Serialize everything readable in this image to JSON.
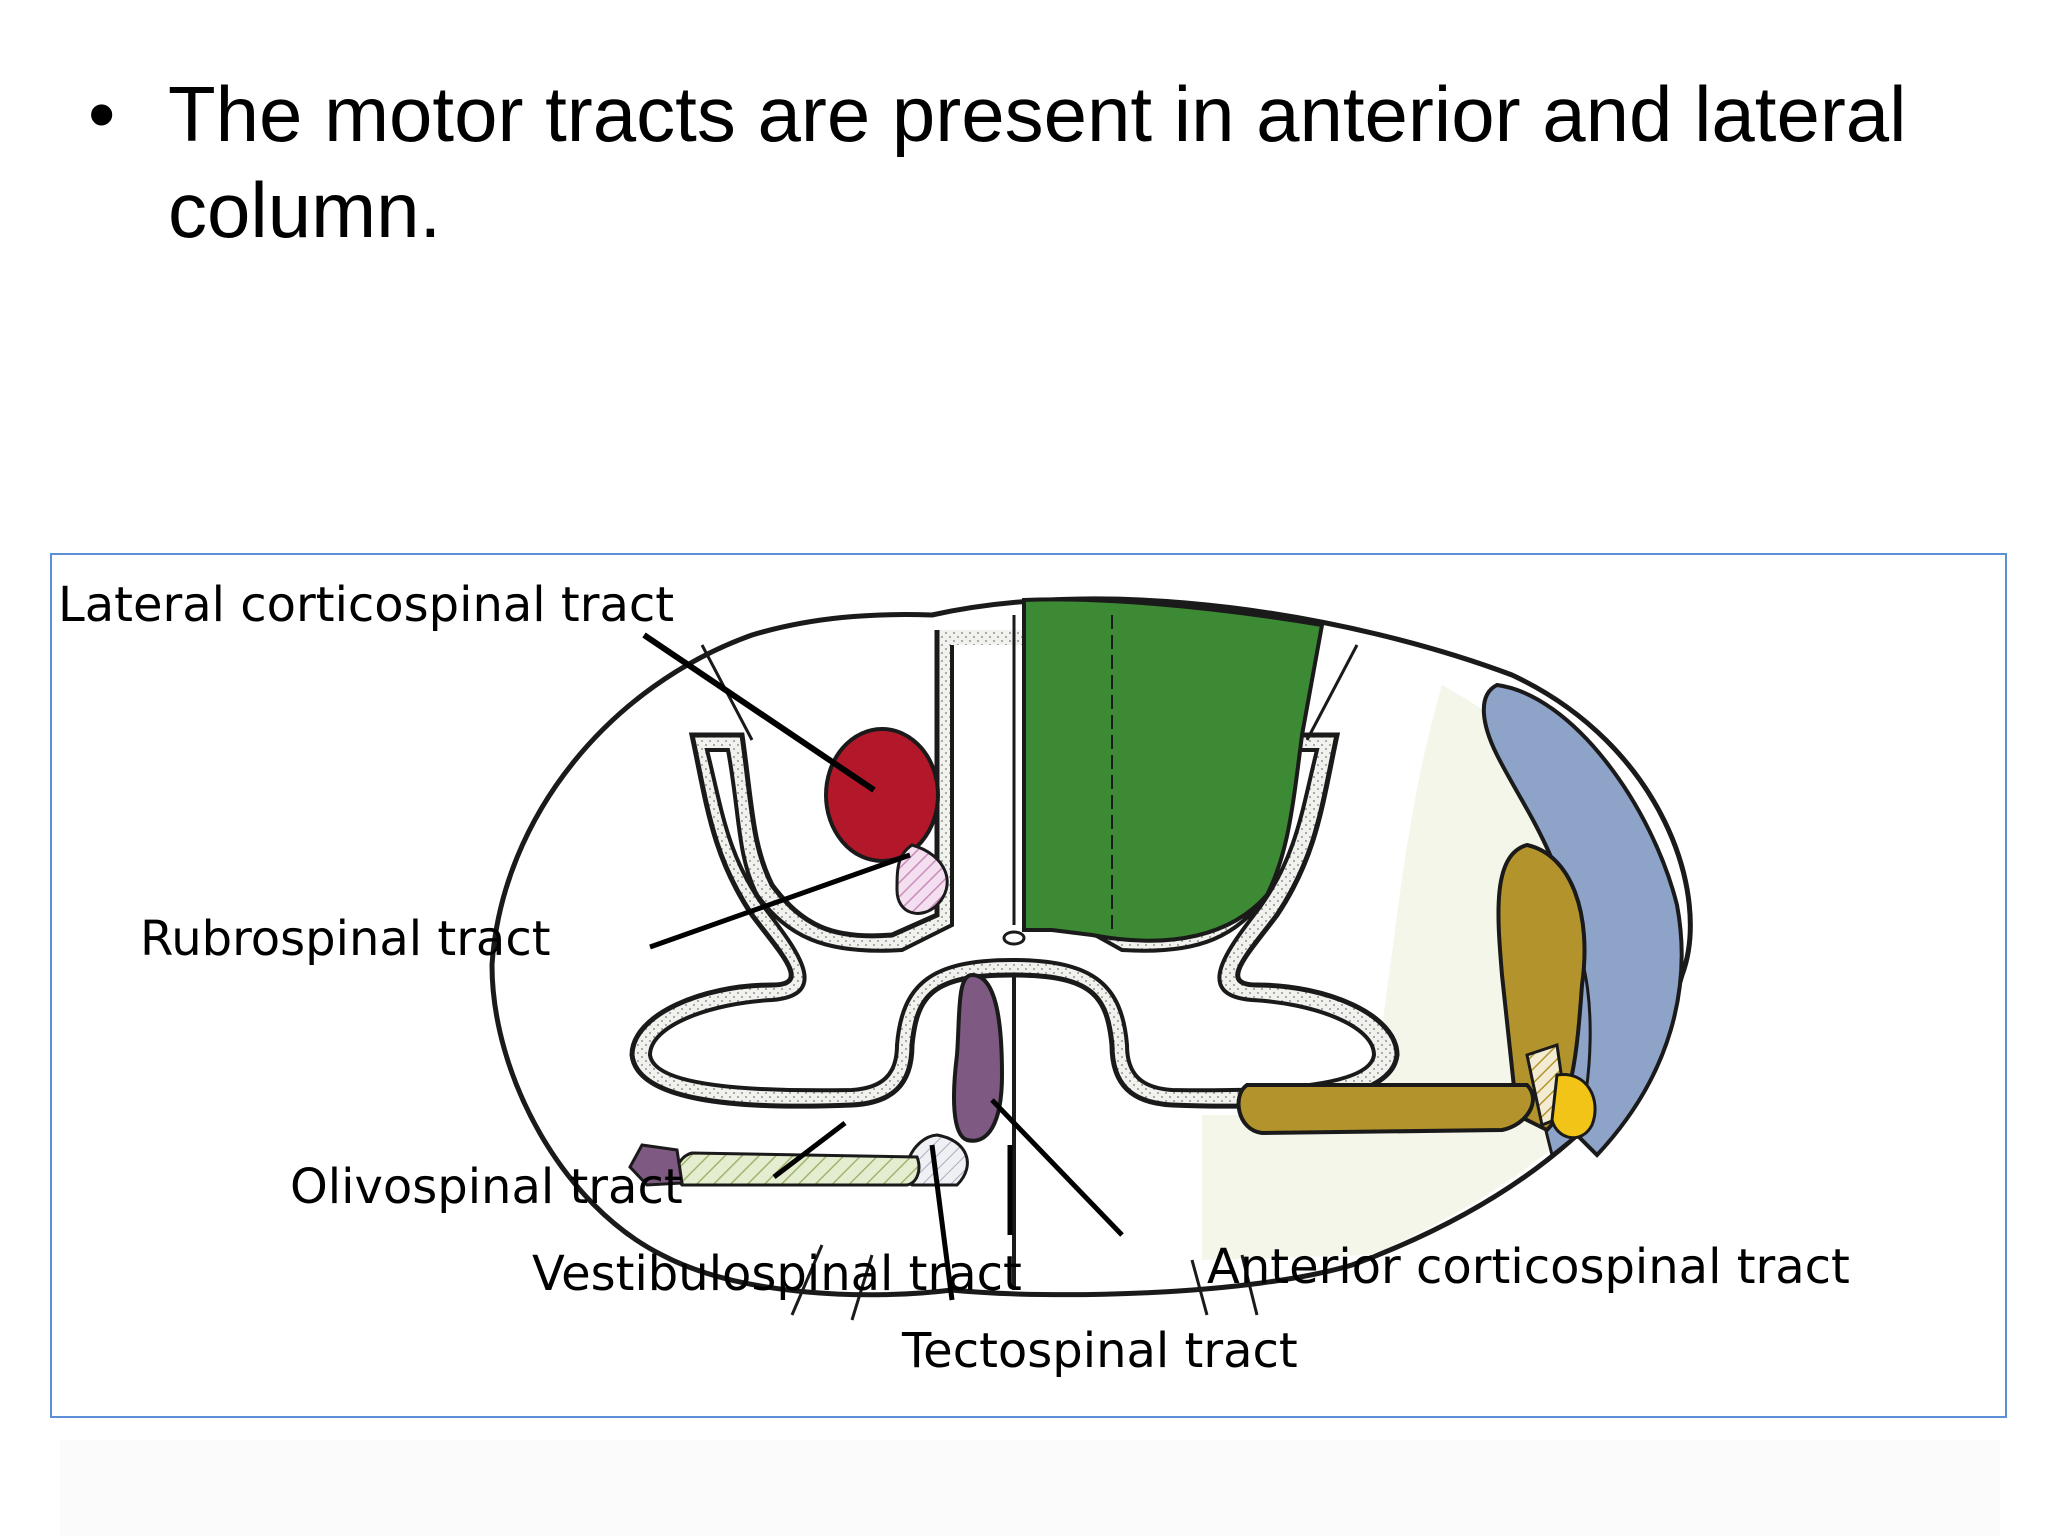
{
  "slide": {
    "bullet_symbol": "•",
    "bullet_text": "The motor tracts are present in anterior and lateral column."
  },
  "diagram": {
    "labels": {
      "lateral_corticospinal": "Lateral corticospinal tract",
      "rubrospinal": "Rubrospinal tract",
      "olivospinal": "Olivospinal tract",
      "vestibulospinal": "Vestibulospinal tract",
      "anterior_corticospinal": "Anterior corticospinal tract",
      "tectospinal": "Tectospinal tract"
    },
    "colors": {
      "lateral_corticospinal": "#b3182a",
      "rubrospinal": "#e9c4dd",
      "olivospinal": "#7e5a82",
      "vestibulospinal": "#d7e3b7",
      "anterior_corticospinal": "#7e5a82",
      "tectospinal": "#d9dbe3",
      "dorsal_column": "#3c8a33",
      "ascending_blue": "#8ea3c8",
      "ascending_olive": "#b3942c",
      "ascending_yellow": "#f2c418",
      "frame_border": "#5b8fd6"
    }
  }
}
